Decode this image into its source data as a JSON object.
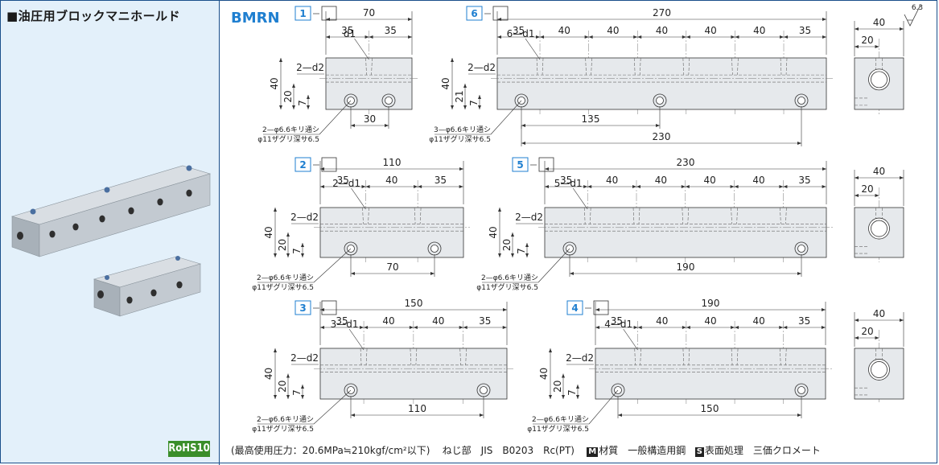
{
  "catalog": {
    "title": "■油圧用ブロックマニホールド",
    "series_code": "BMRN",
    "rohs_badge": "RoHS10"
  },
  "variants": [
    {
      "ports": "1",
      "total_length": "70",
      "port_label": "d1",
      "pitches": [
        "35",
        "35"
      ],
      "bottom_dim": "30",
      "bottom_dim2": "",
      "height": "40",
      "center_h": "20",
      "low_h": "7",
      "port2_label": "2—d2",
      "holes_label": "2—φ6.6キリ通シ",
      "counterbore_label": "φ11ザグリ深サ6.5"
    },
    {
      "ports": "2",
      "total_length": "110",
      "port_label": "2—d1",
      "pitches": [
        "35",
        "40",
        "35"
      ],
      "bottom_dim": "70",
      "bottom_dim2": "",
      "height": "40",
      "center_h": "20",
      "low_h": "7",
      "port2_label": "2—d2",
      "holes_label": "2—φ6.6キリ通シ",
      "counterbore_label": "φ11ザグリ深サ6.5"
    },
    {
      "ports": "3",
      "total_length": "150",
      "port_label": "3—d1",
      "pitches": [
        "35",
        "40",
        "40",
        "35"
      ],
      "bottom_dim": "110",
      "bottom_dim2": "",
      "height": "40",
      "center_h": "20",
      "low_h": "7",
      "port2_label": "2—d2",
      "holes_label": "2—φ6.6キリ通シ",
      "counterbore_label": "φ11ザグリ深サ6.5"
    },
    {
      "ports": "4",
      "total_length": "190",
      "port_label": "4—d1",
      "pitches": [
        "35",
        "40",
        "40",
        "40",
        "35"
      ],
      "bottom_dim": "150",
      "bottom_dim2": "",
      "height": "40",
      "center_h": "20",
      "low_h": "7",
      "port2_label": "2—d2",
      "holes_label": "2—φ6.6キリ通シ",
      "counterbore_label": "φ11ザグリ深サ6.5"
    },
    {
      "ports": "5",
      "total_length": "230",
      "port_label": "5—d1",
      "pitches": [
        "35",
        "40",
        "40",
        "40",
        "40",
        "35"
      ],
      "bottom_dim": "190",
      "bottom_dim2": "",
      "height": "40",
      "center_h": "20",
      "low_h": "7",
      "port2_label": "2—d2",
      "holes_label": "2—φ6.6キリ通シ",
      "counterbore_label": "φ11ザグリ深サ6.5"
    },
    {
      "ports": "6",
      "total_length": "270",
      "port_label": "6—d1",
      "pitches": [
        "35",
        "40",
        "40",
        "40",
        "40",
        "40",
        "35"
      ],
      "bottom_dim": "135",
      "bottom_dim2": "230",
      "height": "40",
      "center_h": "21",
      "low_h": "7",
      "port2_label": "2—d2",
      "holes_label": "3—φ6.6キリ通シ",
      "counterbore_label": "φ11ザグリ深サ6.5"
    }
  ],
  "side_view": {
    "width": "40",
    "half": "20",
    "roughness": "6.3"
  },
  "footer": {
    "pressure": "(最高使用圧力：20.6MPa≒210kgf/cm²以下)",
    "thread": "ねじ部　JIS　B0203　Rc(PT)",
    "material_icon": "M",
    "material": "材質　一般構造用鋼",
    "surface_icon": "S",
    "surface": "表面処理　三価クロメート"
  }
}
